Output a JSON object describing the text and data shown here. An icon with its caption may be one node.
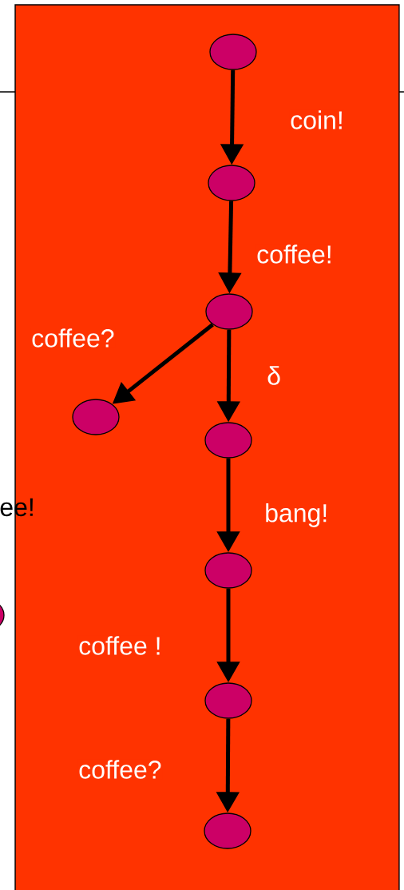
{
  "diagram": {
    "nodes": [
      {
        "text": [],
        "shape": "circle"
      },
      {
        "text": [],
        "shape": "circle"
      },
      {
        "text": [],
        "shape": "circle"
      },
      {
        "text": [],
        "shape": "circle"
      },
      {
        "text": [],
        "shape": "circle"
      },
      {
        "text": [],
        "shape": "circle"
      },
      {
        "text": [],
        "shape": "circle"
      },
      {
        "text": [],
        "shape": "circle"
      },
      {
        "text": [],
        "shape": "circle"
      }
    ],
    "edges": [
      {
        "from": 0,
        "to": 1,
        "arrow": "to",
        "label": "coin!"
      },
      {
        "from": 1,
        "to": 2,
        "arrow": "to",
        "label": "coffee!"
      },
      {
        "from": 2,
        "to": 3,
        "arrow": "to",
        "label": "coffee?"
      },
      {
        "from": 2,
        "to": 4,
        "arrow": "to",
        "label": "δ"
      },
      {
        "from": 4,
        "to": 5,
        "arrow": "to",
        "label": "bang!"
      },
      {
        "from": 5,
        "to": 7,
        "arrow": "to",
        "label": "coffee !"
      },
      {
        "from": 7,
        "to": 8,
        "arrow": "to",
        "label": "coffee?"
      }
    ],
    "labels": [
      "ee!"
    ]
  }
}
